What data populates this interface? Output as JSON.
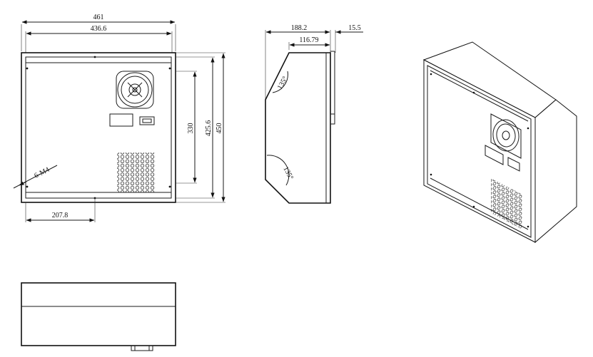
{
  "front_view": {
    "dim_overall_width": "461",
    "dim_inner_width": "436.6",
    "dim_mount_offset": "207.8",
    "dim_vertical_inner": "330",
    "dim_vertical_mid": "425.6",
    "dim_vertical_overall": "450",
    "hole_callout": "6-M4"
  },
  "side_view": {
    "dim_depth": "188.2",
    "dim_flange": "15.5",
    "dim_top_section": "116.79",
    "angle_top": "135°",
    "angle_bottom": "135°"
  }
}
